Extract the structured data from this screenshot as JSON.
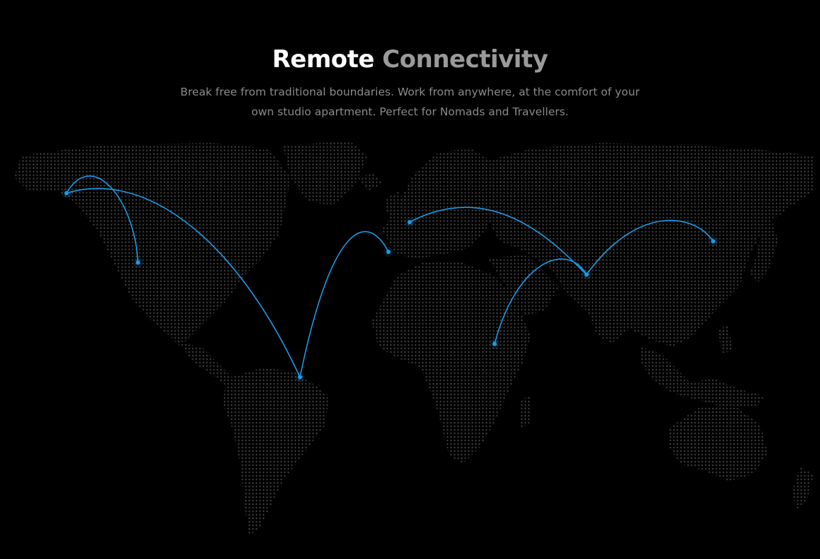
{
  "header": {
    "title_primary": "Remote",
    "title_secondary": "Connectivity",
    "description": "Break free from traditional boundaries. Work from anywhere, at the comfort of your own studio apartment. Perfect for Nomads and Travellers."
  },
  "map": {
    "dot_color": "#4a4a4a",
    "accent_color": "#1a9be8",
    "icons": [
      "world-map-icon",
      "location-pin-icon"
    ],
    "locations": [
      "alaska",
      "western-us",
      "brazil",
      "portugal",
      "united-kingdom",
      "russia",
      "east-africa",
      "china"
    ],
    "routes": [
      {
        "from": "alaska",
        "to": "western-us"
      },
      {
        "from": "alaska",
        "to": "brazil"
      },
      {
        "from": "brazil",
        "to": "portugal"
      },
      {
        "from": "united-kingdom",
        "to": "russia"
      },
      {
        "from": "east-africa",
        "to": "russia"
      },
      {
        "from": "russia",
        "to": "china"
      }
    ]
  }
}
